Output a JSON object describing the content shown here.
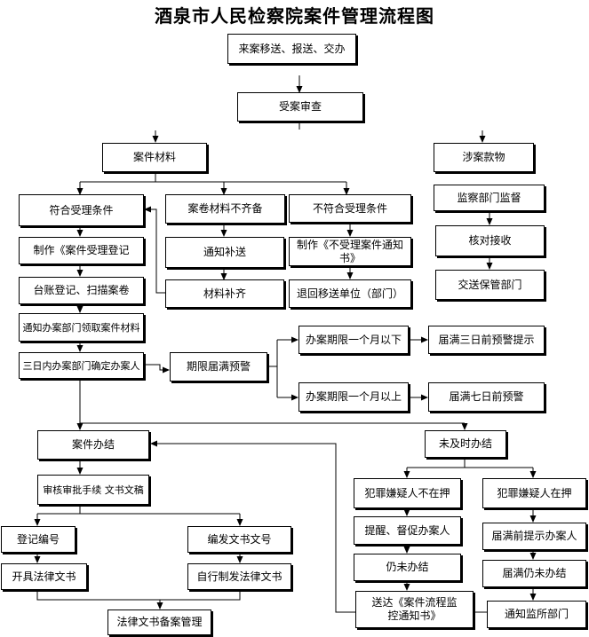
{
  "title": "酒泉市人民检察院案件管理流程图",
  "nodes": {
    "intake": "来案移送、报送、交办",
    "review": "受案审查",
    "materials": "案件材料",
    "property": "涉案款物",
    "meets": "符合受理条件",
    "incomplete": "案卷材料不齐备",
    "not_meets": "不符合受理条件",
    "supervision": "监察部门监督",
    "make_register": "制作《案件受理登记",
    "notify_supplement": "通知补送",
    "make_notice": "制作《不受理案件通知书》",
    "verify_receive": "核对接收",
    "ledger_scan": "台账登记、扫描案卷",
    "supplement": "材料补齐",
    "return_unit": "退回移送单位（部门）",
    "transfer_keep": "交送保管部门",
    "notify_dept": "通知办案部门领取案件材料",
    "three_days": "三日内办案部门确定办案人",
    "deadline_warn": "期限届满预警",
    "under_month": "办案期限一个月以下",
    "warn_3days": "届满三日前预警提示",
    "over_month": "办案期限一个月以上",
    "warn_7days": "届满七日前预警",
    "concluded": "案件办结",
    "not_concluded": "未及时办结",
    "approve_docs": "审核审批手续 文书文稿",
    "suspect_free": "犯罪嫌疑人不在押",
    "suspect_custody": "犯罪嫌疑人在押",
    "register_no": "登记编号",
    "compile_no": "编发文书文号",
    "remind_urge": "提醒、督促办案人",
    "remind_before": "届满前提示办案人",
    "issue_docs": "开具法律文书",
    "self_print": "自行制发法律文书",
    "still_free": "仍未办结",
    "still_custody": "届满仍未办结",
    "send_notice": "送达《案件流程监控通知书》",
    "archive": "法律文书备案管理",
    "notify_prison": "通知监所部门"
  }
}
